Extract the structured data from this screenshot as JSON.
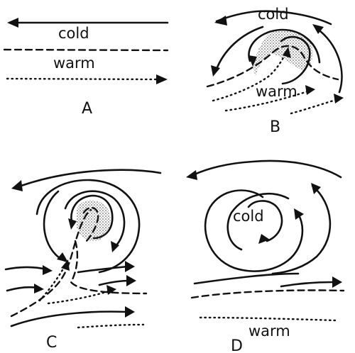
{
  "panels": {
    "a": {
      "letter": "A",
      "cold_label": "cold",
      "warm_label": "warm"
    },
    "b": {
      "letter": "B",
      "cold_label": "cold",
      "warm_label": "warm"
    },
    "c": {
      "letter": "C"
    },
    "d": {
      "letter": "D",
      "cold_label": "cold",
      "warm_label": "warm"
    }
  },
  "colors": {
    "ink": "#111111",
    "background": "#ffffff",
    "stipple": "#444444"
  },
  "line_styles": {
    "cold_air_flow": "solid-arrow",
    "front": "dashed",
    "warm_air_flow": "dotted-arrow"
  }
}
